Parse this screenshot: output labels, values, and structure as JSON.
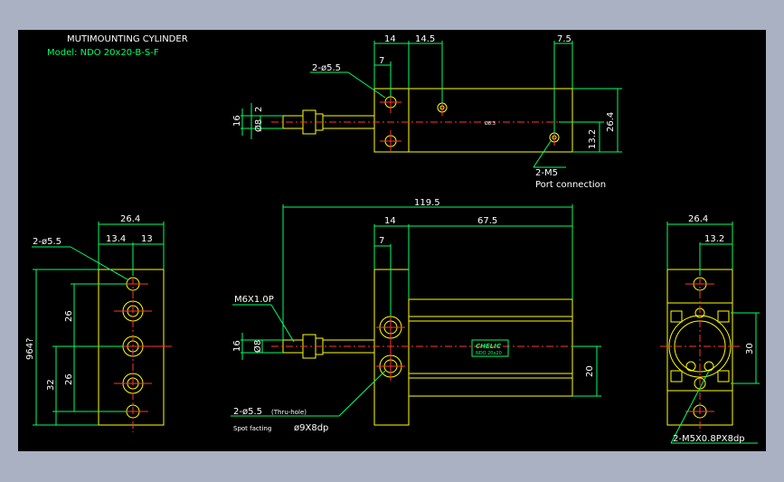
{
  "title": {
    "line1": "MUTIMOUNTING CYLINDER",
    "line2": "Model: NDO 20x20-B-S-F"
  },
  "top_view": {
    "dim_14": "14",
    "dim_14_5": "14.5",
    "dim_7": "7",
    "dim_7_5": "7.5",
    "dim_16": "16",
    "dim_8": "Ø8",
    "dim_2": "2",
    "dim_26_4": "26.4",
    "dim_13_2": "13.2",
    "hole_note": "2-ø5.5",
    "port_note": "2-M5",
    "port_desc": "Port connection",
    "center_mark": "Ø8.3"
  },
  "front_view": {
    "dim_119_5": "119.5",
    "dim_14": "14",
    "dim_67_5": "67.5",
    "dim_7": "7",
    "dim_16": "16",
    "dim_8": "Ø8",
    "dim_20": "20",
    "thread_note": "M6X1.0P",
    "hole_note": "2-ø5.5",
    "hole_note_sub": "(Thru-hole)",
    "spot_label": "Spot facting",
    "spot_value": "ø9X8dp",
    "brand_line1": "CHELIC",
    "brand_line2": "NDO 20x20"
  },
  "left_view": {
    "dim_26_4": "26.4",
    "dim_13_4": "13.4",
    "dim_13": "13",
    "hole_note": "2-ø5.5",
    "dim_26_top": "26",
    "dim_26_bot": "26",
    "dim_32": "32",
    "dim_total": "964?"
  },
  "right_view": {
    "dim_26_4": "26.4",
    "dim_13_2": "13.2",
    "dim_30": "30",
    "tap_note": "2-M5X0.8PX8dp"
  }
}
